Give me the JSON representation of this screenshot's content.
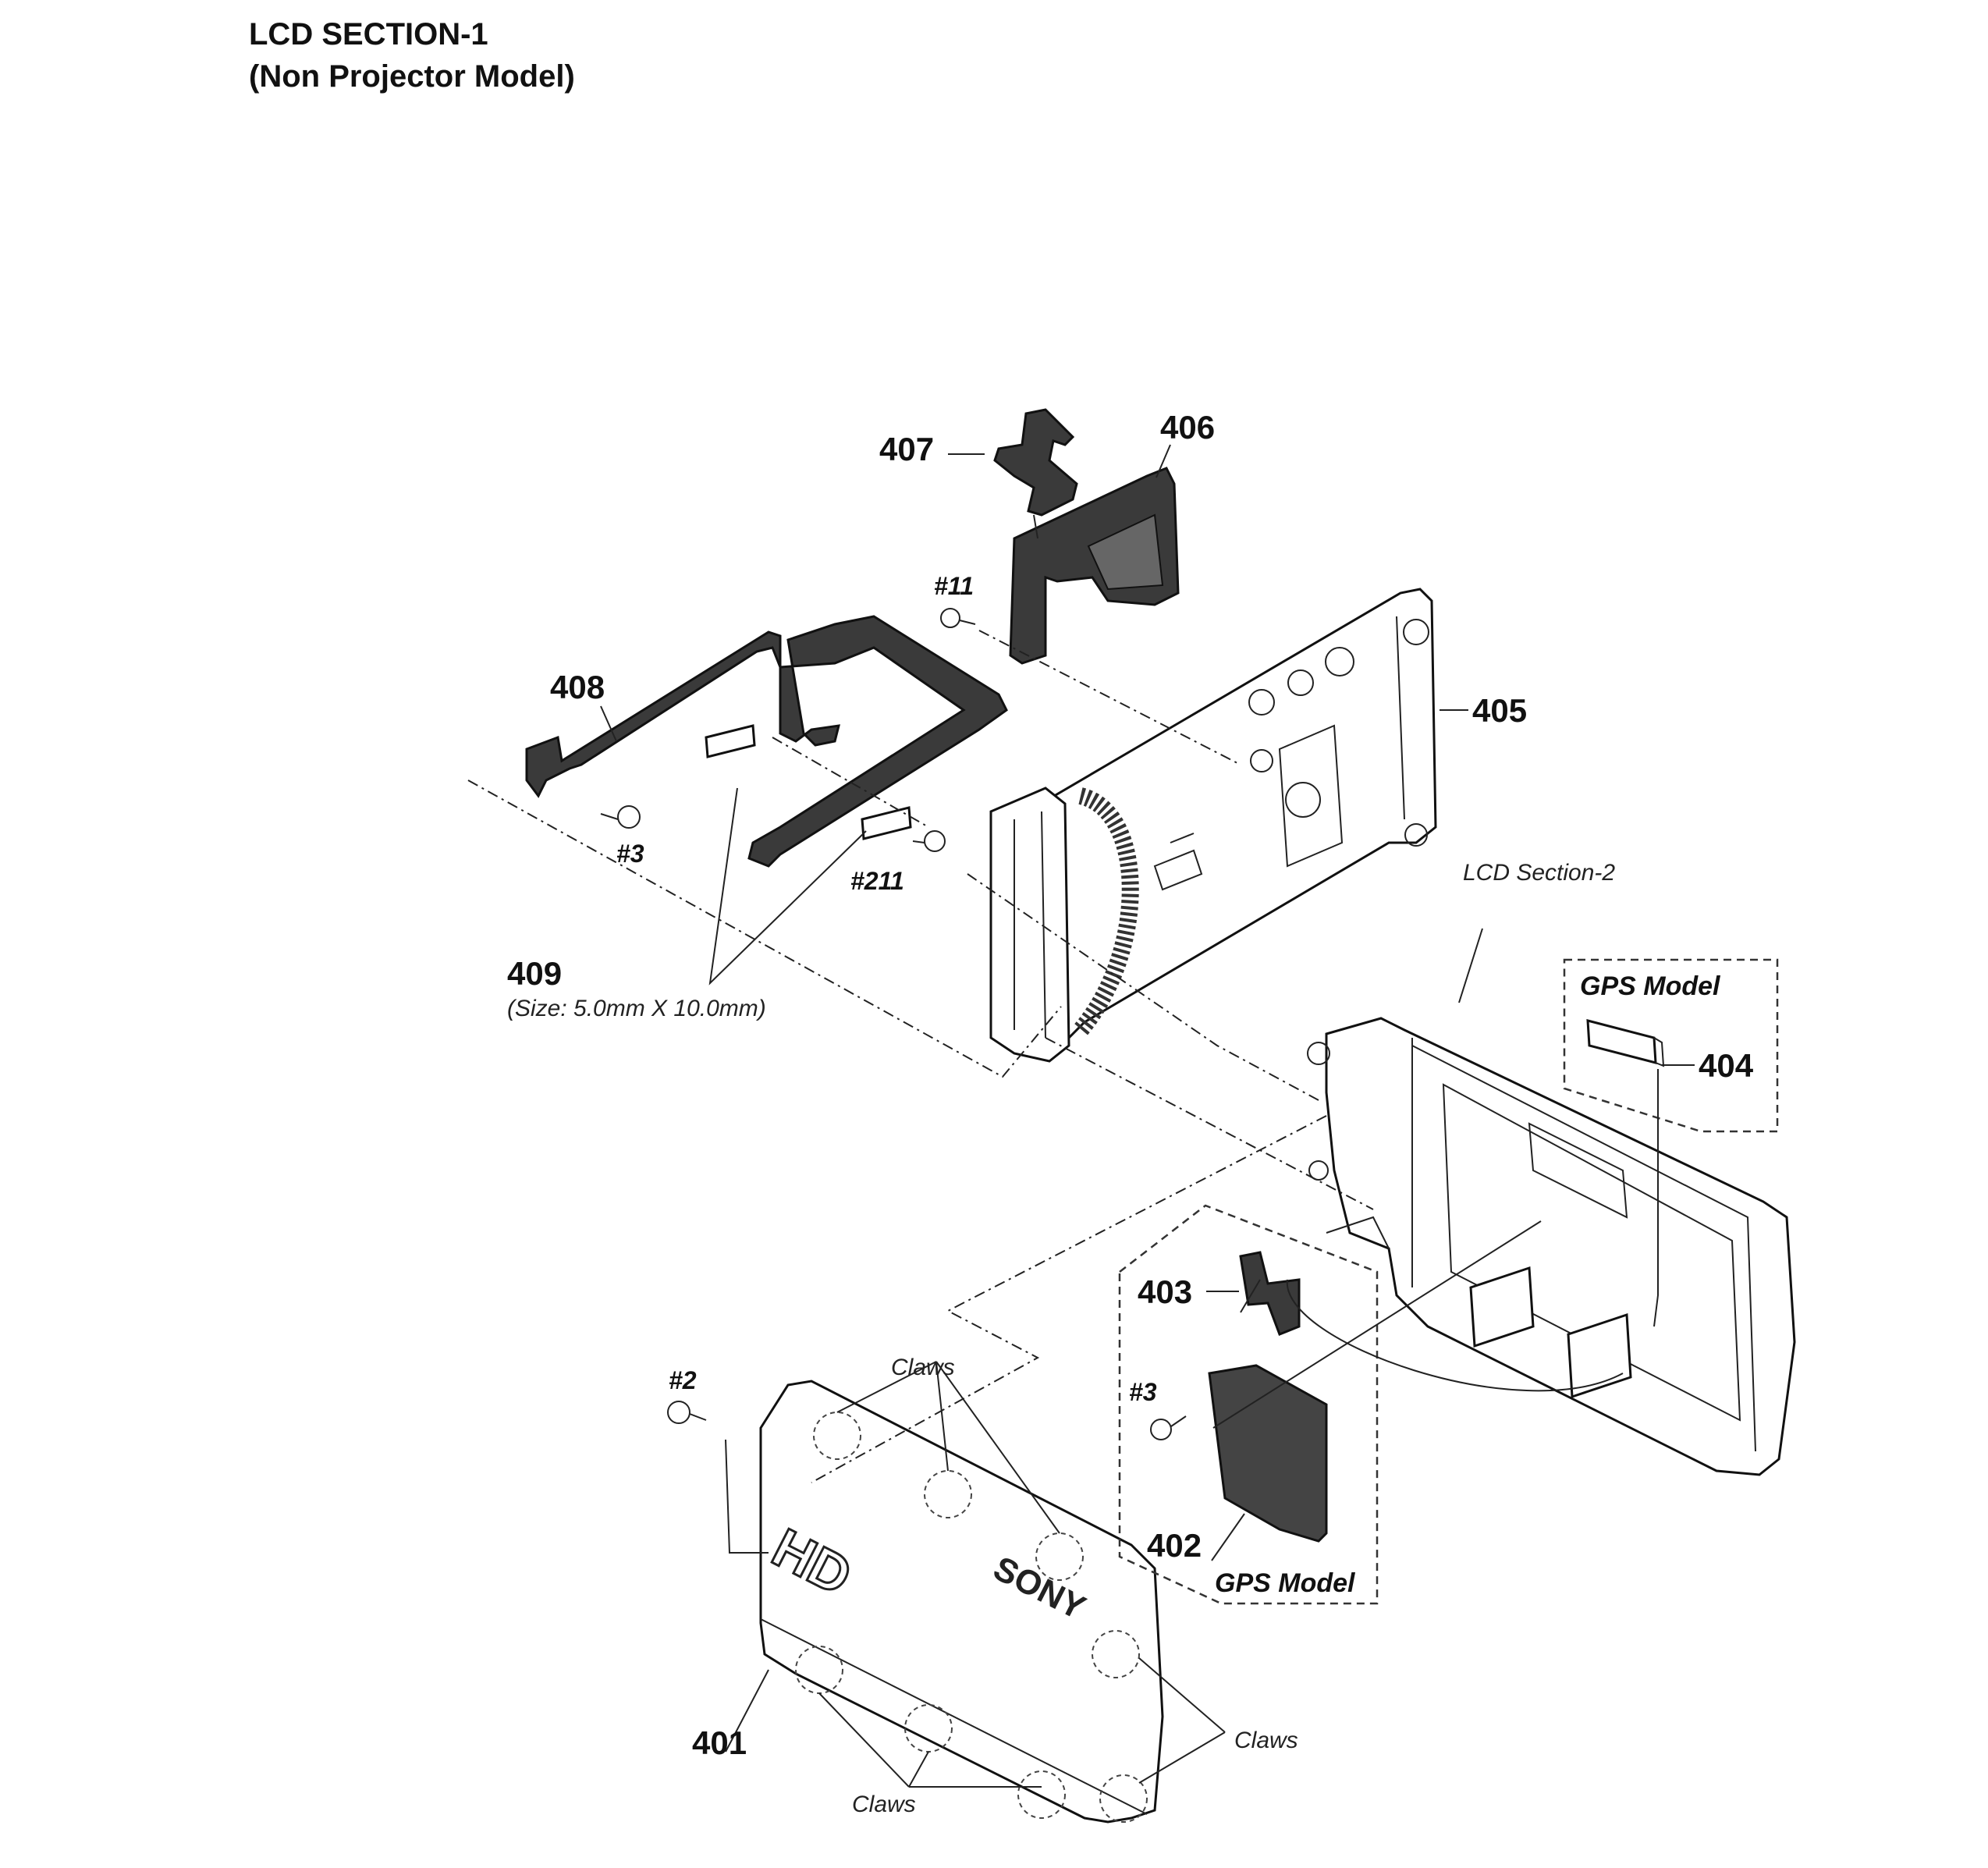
{
  "title": "LCD SECTION-1",
  "subtitle": "(Non Projector Model)",
  "parts": {
    "p401": "401",
    "p402": "402",
    "p403": "403",
    "p404": "404",
    "p405": "405",
    "p406": "406",
    "p407": "407",
    "p408": "408",
    "p409": "409"
  },
  "screws": {
    "s2": "#2",
    "s3a": "#3",
    "s3b": "#3",
    "s11": "#11",
    "s211": "#211"
  },
  "notes": {
    "size": "(Size: 5.0mm X 10.0mm)",
    "lcd_section_2": "LCD Section-2",
    "gps_model_top": "GPS Model",
    "gps_model_bottom": "GPS Model",
    "claws_top": "Claws",
    "claws_right": "Claws",
    "claws_bottom": "Claws"
  },
  "cover_logos": {
    "hd": "HD",
    "brand": "SONY"
  }
}
